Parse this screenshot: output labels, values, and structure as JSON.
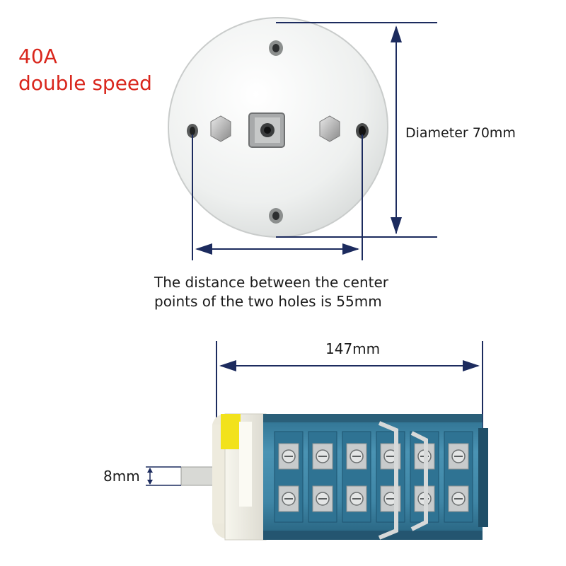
{
  "title": {
    "rating": "40A",
    "type": "double speed"
  },
  "dimensions": {
    "diameter": "Diameter 70mm",
    "hole_distance_line1": "The distance between the center",
    "hole_distance_line2": "points of the two holes is 55mm",
    "length": "147mm",
    "shaft": "8mm"
  },
  "colors": {
    "title": "#d9261c",
    "dimension_line": "#1c2b5e",
    "switch_body": "#3f86a6",
    "label_yellow": "#f2e21c",
    "front_plate": "#f3f1e6"
  }
}
